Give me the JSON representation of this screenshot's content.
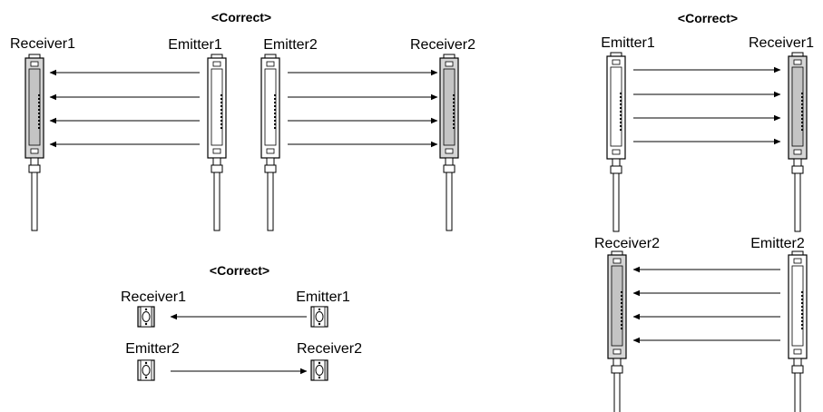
{
  "colors": {
    "ink": "#000000",
    "receiver_fill": "#d6d6d6",
    "emitter_fill": "#ffffff",
    "background": "#ffffff"
  },
  "diagrams": [
    {
      "title": "<Correct>",
      "labels": [
        "Receiver1",
        "Emitter1",
        "Emitter2",
        "Receiver2"
      ]
    },
    {
      "title": "<Correct>",
      "labels": [
        "Emitter1",
        "Receiver1",
        "Receiver2",
        "Emitter2"
      ]
    },
    {
      "title": "<Correct>",
      "labels": [
        "Receiver1",
        "Emitter1",
        "Emitter2",
        "Receiver2"
      ]
    }
  ]
}
